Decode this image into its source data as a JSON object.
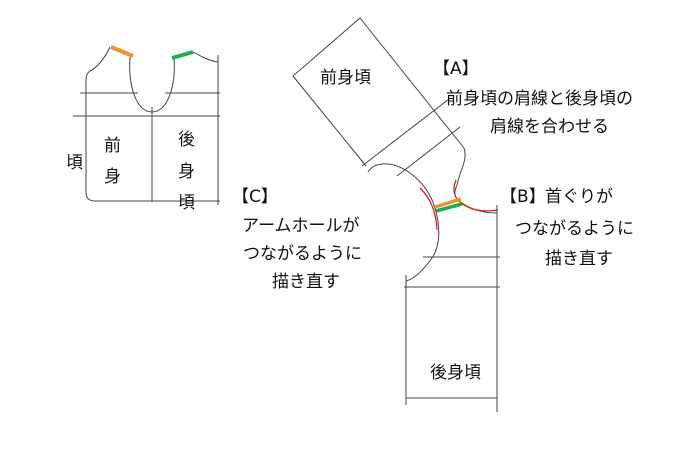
{
  "colors": {
    "front_shoulder": "#f0922e",
    "back_shoulder": "#1fae4f",
    "redraw": "#e02020",
    "line": "#444444"
  },
  "left_pattern": {
    "front_label": [
      "前",
      "身"
    ],
    "back_label": [
      "後",
      "身",
      "頃"
    ],
    "side_label": "頃"
  },
  "middle_pattern": {
    "front_label": "前身頃",
    "back_label": "後身頃"
  },
  "notes": {
    "a": {
      "tag": "【A】",
      "lines": [
        "前身頃の肩線と後身頃の",
        "肩線を合わせる"
      ]
    },
    "b": {
      "tag": "【B】",
      "lines": [
        "首ぐりが",
        "つながるように",
        "描き直す"
      ]
    },
    "c": {
      "tag": "【C】",
      "lines": [
        "アームホールが",
        "つながるように",
        "描き直す"
      ]
    }
  }
}
